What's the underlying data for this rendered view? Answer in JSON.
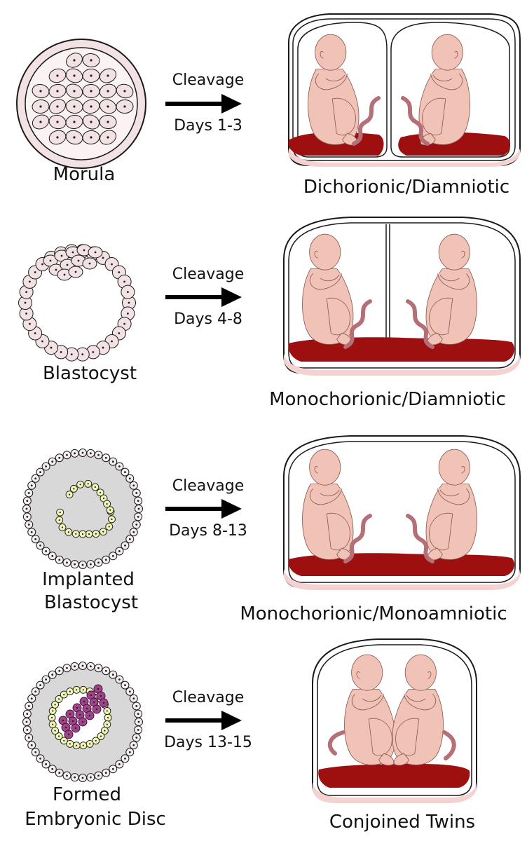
{
  "rows": [
    {
      "stage": [
        "Morula"
      ],
      "arrow_top": "Cleavage",
      "arrow_bottom": "Days 1-3",
      "outcome": "Dichorionic/Diamniotic"
    },
    {
      "stage": [
        "Blastocyst"
      ],
      "arrow_top": "Cleavage",
      "arrow_bottom": "Days 4-8",
      "outcome": "Monochorionic/Diamniotic"
    },
    {
      "stage": [
        "Implanted",
        "Blastocyst"
      ],
      "arrow_top": "Cleavage",
      "arrow_bottom": "Days 8-13",
      "outcome": "Monochorionic/Monoamniotic"
    },
    {
      "stage": [
        "Formed",
        "Embryonic Disc"
      ],
      "arrow_top": "Cleavage",
      "arrow_bottom": "Days 13-15",
      "outcome": "Conjoined Twins"
    }
  ],
  "colors": {
    "cell_fill": "#f2e2e4",
    "outline": "#1a1a1a",
    "fetus": "#f1c2b6",
    "cord": "#b56f76",
    "placenta": "#9e1010",
    "membrane_pink": "#f4d2d2",
    "yolk_yellow": "#f0f5b6",
    "embryo_purple": "#a0438a",
    "implant_gray": "#d8d8d8"
  }
}
